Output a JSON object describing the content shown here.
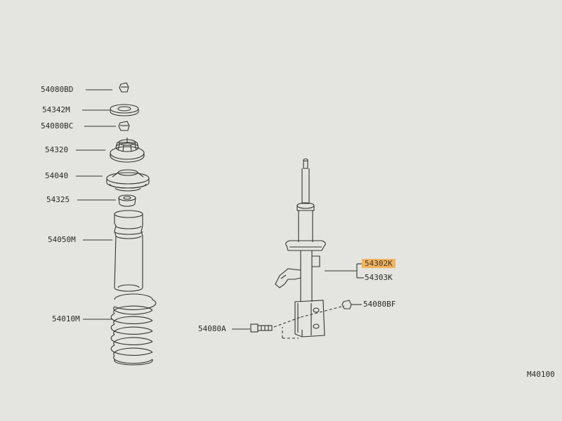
{
  "diagram": {
    "code": "M40100",
    "highlight_color": "#f3b35b",
    "labels": [
      {
        "id": "54080BD",
        "text": "54080BD"
      },
      {
        "id": "54342M",
        "text": "54342M"
      },
      {
        "id": "54080BC",
        "text": "54080BC"
      },
      {
        "id": "54320",
        "text": "54320"
      },
      {
        "id": "54040",
        "text": "54040"
      },
      {
        "id": "54325",
        "text": "54325"
      },
      {
        "id": "54050M",
        "text": "54050M"
      },
      {
        "id": "54010M",
        "text": "54010M"
      },
      {
        "id": "54302K",
        "text": "54302K",
        "highlighted": true
      },
      {
        "id": "54303K",
        "text": "54303K"
      },
      {
        "id": "54080BF",
        "text": "54080BF"
      },
      {
        "id": "54080A",
        "text": "54080A"
      }
    ]
  }
}
